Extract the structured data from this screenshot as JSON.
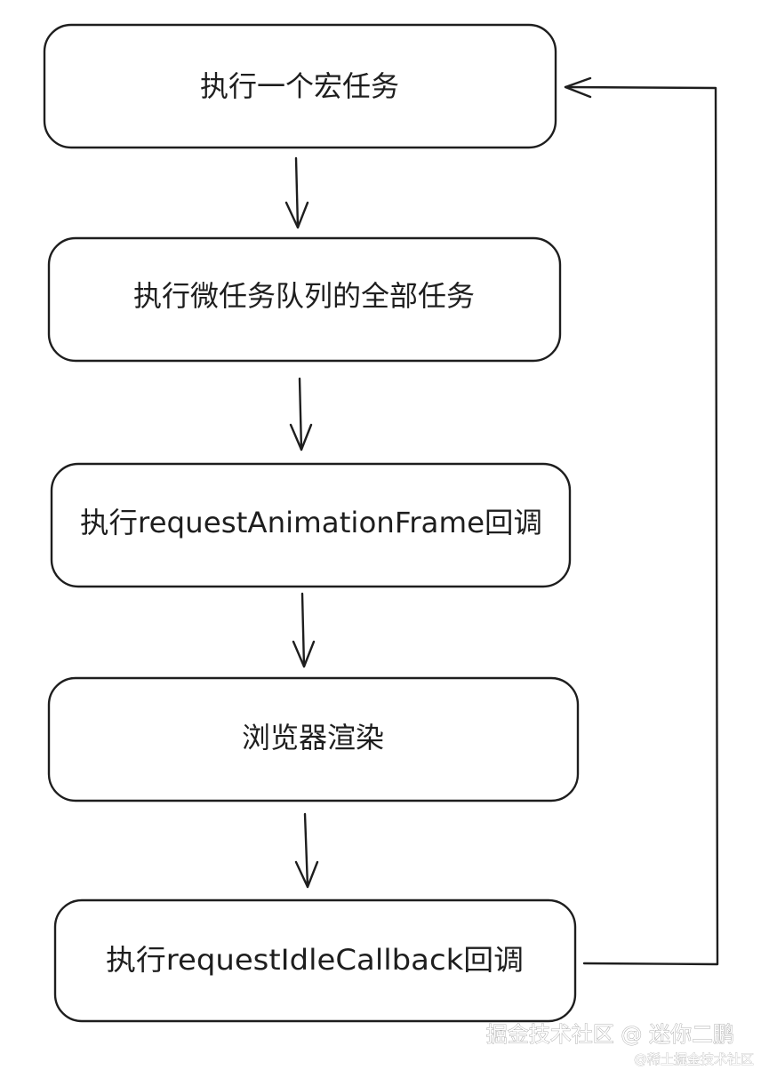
{
  "steps": [
    {
      "label": "执行一个宏任务"
    },
    {
      "label": "执行微任务队列的全部任务"
    },
    {
      "label": "执行requestAnimationFrame回调"
    },
    {
      "label": "浏览器渲染"
    },
    {
      "label": "执行requestIdleCallback回调"
    }
  ],
  "watermark": {
    "main": "掘金技术社区 @ 迷你二鹏",
    "sub": "@稀土掘金技术社区"
  }
}
